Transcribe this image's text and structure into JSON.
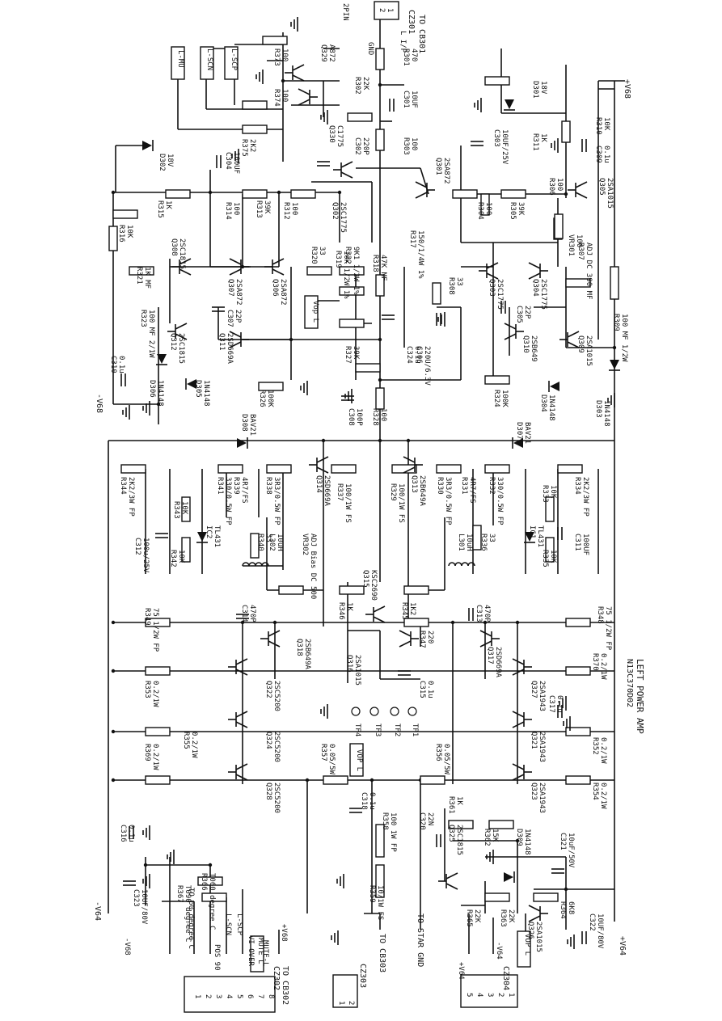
{
  "title": "LEFT POWER AMP",
  "board_code": "N13C370D02",
  "rails": {
    "pos": "+V64",
    "neg": "-V64",
    "pos_upper": "+V68",
    "neg_upper": "-V68"
  },
  "connectors": {
    "cz301": {
      "ref": "CZ301",
      "dest": "TO CB301",
      "pins": [
        "1",
        "2"
      ],
      "pin_label": "2PIN",
      "signal": "L I/P",
      "gnd": "GND"
    },
    "cz302": {
      "ref": "CZ302",
      "dest": "TO CB302",
      "pins": [
        "1",
        "2",
        "3",
        "4",
        "5",
        "6",
        "7",
        "8"
      ],
      "signals": [
        "+V68",
        "MUTE-L",
        "VI OVER",
        "L-SCP",
        "L-SCN",
        "POS 90",
        "TO 60 degree C",
        "-V68"
      ]
    },
    "cz303": {
      "ref": "CZ303",
      "dest": "TO CB303",
      "pins": [
        "1",
        "2"
      ]
    },
    "cz304": {
      "ref": "CZ304",
      "dest": "TO STAR GND",
      "pins": [
        "1",
        "2",
        "3",
        "4",
        "5"
      ],
      "signals": [
        "VOP L",
        "-V64",
        "+V64"
      ]
    }
  },
  "nets": [
    "L-MU",
    "L-SCN",
    "L-SCP",
    "Vop L",
    "VOP L",
    "MUTE L"
  ],
  "test_points": [
    "TP1",
    "TP2",
    "TP3",
    "TP4"
  ],
  "components": [
    {
      "ref": "R301",
      "value": "470"
    },
    {
      "ref": "C301",
      "value": "10UF"
    },
    {
      "ref": "R302",
      "value": "22K"
    },
    {
      "ref": "R303",
      "value": "100"
    },
    {
      "ref": "C302",
      "value": "220P"
    },
    {
      "ref": "Q329",
      "value": "A872"
    },
    {
      "ref": "Q330",
      "value": "C1775"
    },
    {
      "ref": "R373",
      "value": "100"
    },
    {
      "ref": "R374",
      "value": "100"
    },
    {
      "ref": "R375",
      "value": "2K2"
    },
    {
      "ref": "D301",
      "value": "18V"
    },
    {
      "ref": "C303",
      "value": "10UF/25V"
    },
    {
      "ref": "R311",
      "value": "1K"
    },
    {
      "ref": "R310",
      "value": "10K"
    },
    {
      "ref": "C309",
      "value": "0.1u"
    },
    {
      "ref": "D302",
      "value": "18V"
    },
    {
      "ref": "C304",
      "value": "100UF"
    },
    {
      "ref": "R315",
      "value": "1K"
    },
    {
      "ref": "R314",
      "value": "100"
    },
    {
      "ref": "R313",
      "value": "39K"
    },
    {
      "ref": "R312",
      "value": "100"
    },
    {
      "ref": "Q302",
      "value": "2SC1775"
    },
    {
      "ref": "Q301",
      "value": "2SA872"
    },
    {
      "ref": "R304",
      "value": "100"
    },
    {
      "ref": "R305",
      "value": "39K"
    },
    {
      "ref": "R306",
      "value": "100"
    },
    {
      "ref": "Q305",
      "value": "2SA1015"
    },
    {
      "ref": "VR301",
      "value": "100"
    },
    {
      "ref": "R307",
      "value": "ADJ DC 390 MF"
    },
    {
      "ref": "R316",
      "value": "10K"
    },
    {
      "ref": "Q308",
      "value": "2SC1815"
    },
    {
      "ref": "R321",
      "value": "1K MF"
    },
    {
      "ref": "Q307",
      "value": "2SA872"
    },
    {
      "ref": "Q306",
      "value": "2SA872"
    },
    {
      "ref": "R320",
      "value": "33"
    },
    {
      "ref": "R319",
      "value": "10K 1/2W 1%"
    },
    {
      "ref": "R322",
      "value": "9K1 1/2W 1%"
    },
    {
      "ref": "R318",
      "value": "47K MF"
    },
    {
      "ref": "R317",
      "value": "150/1/4W 1%"
    },
    {
      "ref": "R308",
      "value": "33"
    },
    {
      "ref": "Q303",
      "value": "2SC1775"
    },
    {
      "ref": "Q304",
      "value": "2SC1775"
    },
    {
      "ref": "R309",
      "value": "100 MF 1/2W"
    },
    {
      "ref": "R323",
      "value": "100 MF 2/1W"
    },
    {
      "ref": "C307",
      "value": "22P"
    },
    {
      "ref": "C305",
      "value": "22P"
    },
    {
      "ref": "C324",
      "value": "0.1u"
    },
    {
      "ref": "C306",
      "value": "220U/6.3V"
    },
    {
      "ref": "Q309",
      "value": "2SA1015"
    },
    {
      "ref": "Q310",
      "value": "2SB649"
    },
    {
      "ref": "Q312",
      "value": "2SC1815"
    },
    {
      "ref": "Q311",
      "value": "2SD669A"
    },
    {
      "ref": "R327",
      "value": "39K"
    },
    {
      "ref": "C310",
      "value": "0.1u"
    },
    {
      "ref": "D306",
      "value": "1N4148"
    },
    {
      "ref": "D305",
      "value": "1N4148"
    },
    {
      "ref": "R326",
      "value": "100K"
    },
    {
      "ref": "C308",
      "value": "100P"
    },
    {
      "ref": "R324",
      "value": "100K"
    },
    {
      "ref": "D304",
      "value": "1N4148"
    },
    {
      "ref": "D303",
      "value": "1N4148"
    },
    {
      "ref": "R328",
      "value": "100"
    },
    {
      "ref": "D308",
      "value": "BAV21"
    },
    {
      "ref": "D307",
      "value": "BAV21"
    },
    {
      "ref": "R344",
      "value": "2K2/3W FP"
    },
    {
      "ref": "R341",
      "value": "330/0.5W FP"
    },
    {
      "ref": "R339",
      "value": "4R7/FS"
    },
    {
      "ref": "R338",
      "value": "3R3/0.5W FP"
    },
    {
      "ref": "Q314",
      "value": "2SD669A"
    },
    {
      "ref": "R337",
      "value": "100/1W FS"
    },
    {
      "ref": "R329",
      "value": "100/1W FS"
    },
    {
      "ref": "Q313",
      "value": "2SB649A"
    },
    {
      "ref": "R330",
      "value": "3R3/0.5W FP"
    },
    {
      "ref": "R331",
      "value": "4R7/FS"
    },
    {
      "ref": "R332",
      "value": "330/0.5W FP"
    },
    {
      "ref": "R333",
      "value": "10K"
    },
    {
      "ref": "R334",
      "value": "2K2/3W FP"
    },
    {
      "ref": "R343",
      "value": "10K"
    },
    {
      "ref": "R342",
      "value": "10K"
    },
    {
      "ref": "IC2",
      "value": "TL431"
    },
    {
      "ref": "C312",
      "value": "100u/25V"
    },
    {
      "ref": "R340",
      "value": "33"
    },
    {
      "ref": "L302",
      "value": "10uH"
    },
    {
      "ref": "VR302",
      "value": "ADJ Bias DC 500"
    },
    {
      "ref": "Q315",
      "value": "KSC2690"
    },
    {
      "ref": "L301",
      "value": "10uH"
    },
    {
      "ref": "R336",
      "value": "33"
    },
    {
      "ref": "IC1",
      "value": "TL431"
    },
    {
      "ref": "R335",
      "value": "10K"
    },
    {
      "ref": "C311",
      "value": "100UF"
    },
    {
      "ref": "R348",
      "value": "75 1/2W FP"
    },
    {
      "ref": "R346",
      "value": "1K"
    },
    {
      "ref": "R345",
      "value": "1K2"
    },
    {
      "ref": "R347",
      "value": "220"
    },
    {
      "ref": "R349",
      "value": "75 1/2W FP"
    },
    {
      "ref": "C314",
      "value": "470P"
    },
    {
      "ref": "Q318",
      "value": "2SB649A"
    },
    {
      "ref": "Q316",
      "value": "2SA1015"
    },
    {
      "ref": "C313",
      "value": "470P"
    },
    {
      "ref": "Q317",
      "value": "2SD669A"
    },
    {
      "ref": "R370",
      "value": "0.2/1W"
    },
    {
      "ref": "Q327",
      "value": "2SA1943"
    },
    {
      "ref": "Q322",
      "value": "2SC5200"
    },
    {
      "ref": "R353",
      "value": "0.2/1W"
    },
    {
      "ref": "C315",
      "value": "0.1u"
    },
    {
      "ref": "C317",
      "value": "0.1u"
    },
    {
      "ref": "Q324",
      "value": "2SC5200"
    },
    {
      "ref": "R355",
      "value": "0.2/1W"
    },
    {
      "ref": "R369",
      "value": "0.2/1W"
    },
    {
      "ref": "R357",
      "value": "0.05/5W"
    },
    {
      "ref": "R356",
      "value": "0.05/5W"
    },
    {
      "ref": "Q321",
      "value": "2SA1943"
    },
    {
      "ref": "R352",
      "value": "0.2/1W"
    },
    {
      "ref": "Q328",
      "value": "2SC5200"
    },
    {
      "ref": "Q323",
      "value": "2SA1943"
    },
    {
      "ref": "R354",
      "value": "0.2/1W"
    },
    {
      "ref": "C318",
      "value": "0.1u"
    },
    {
      "ref": "R361",
      "value": "1K"
    },
    {
      "ref": "R358",
      "value": "100 1W FP"
    },
    {
      "ref": "C320",
      "value": "22N"
    },
    {
      "ref": "Q325",
      "value": "2SC1815"
    },
    {
      "ref": "R362",
      "value": "15K"
    },
    {
      "ref": "D309",
      "value": "1N4148"
    },
    {
      "ref": "C321",
      "value": "10uF/50V"
    },
    {
      "ref": "C316",
      "value": "0.1u"
    },
    {
      "ref": "R366",
      "value": "T060 degree C"
    },
    {
      "ref": "R367",
      "value": "T090 degree C"
    },
    {
      "ref": "C323",
      "value": "10UF/80V"
    },
    {
      "ref": "R359",
      "value": "10/1W FS"
    },
    {
      "ref": "R365",
      "value": "22K"
    },
    {
      "ref": "R363",
      "value": "22K"
    },
    {
      "ref": "R364",
      "value": "6K8"
    },
    {
      "ref": "Q326",
      "value": "2SA1015"
    },
    {
      "ref": "C322",
      "value": "10UF/80V"
    }
  ]
}
